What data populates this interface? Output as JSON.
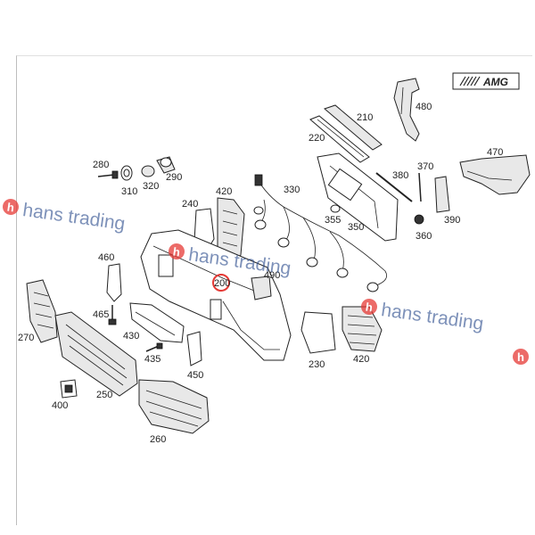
{
  "brand_logo": {
    "text": "AMG"
  },
  "watermark": {
    "text": "hans trading",
    "badge_letter": "h",
    "badge_color": "#e53935",
    "text_color": "#2f4f8f"
  },
  "highlight": {
    "part_number": "200",
    "color": "#e53935"
  },
  "labels": {
    "p200": "200",
    "p210": "210",
    "p220": "220",
    "p230": "230",
    "p240": "240",
    "p250": "250",
    "p260": "260",
    "p270": "270",
    "p280": "280",
    "p290": "290",
    "p310": "310",
    "p320": "320",
    "p330": "330",
    "p350": "350",
    "p355": "355",
    "p360": "360",
    "p370": "370",
    "p380": "380",
    "p390": "390",
    "p400": "400",
    "p420a": "420",
    "p420b": "420",
    "p430": "430",
    "p435": "435",
    "p450": "450",
    "p460": "460",
    "p465": "465",
    "p470": "470",
    "p480": "480",
    "p490": "490"
  }
}
